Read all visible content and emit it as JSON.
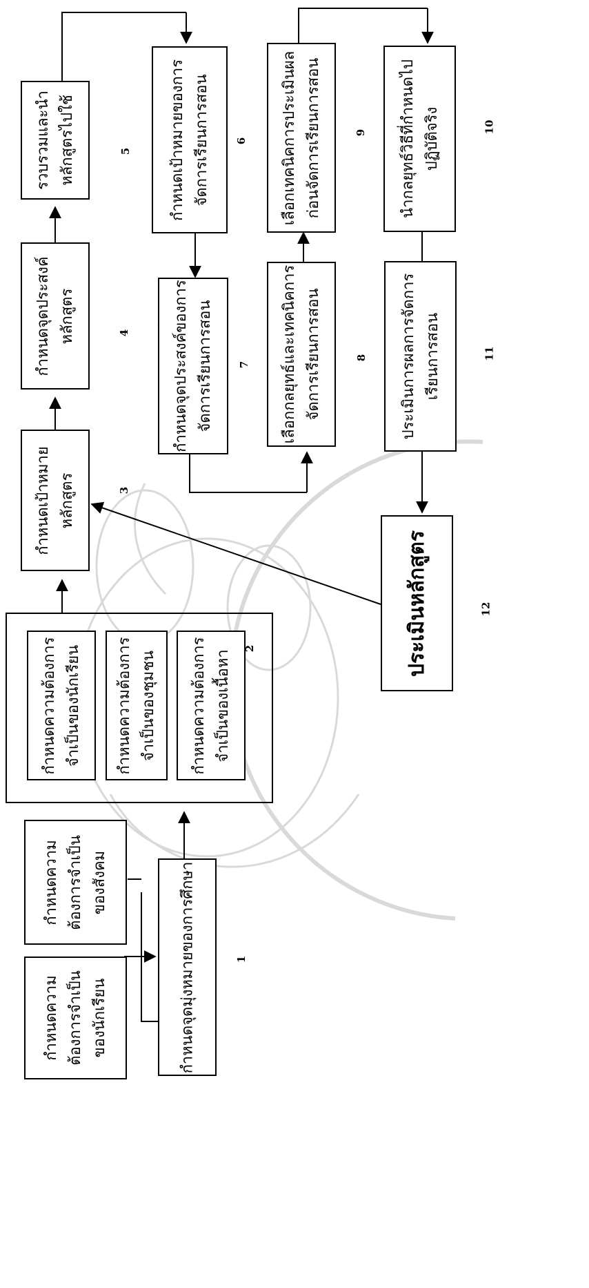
{
  "flowchart": {
    "boxes": [
      {
        "id": "b1a",
        "lines": [
          "กำหนดความ",
          "ต้องการจำเป็น",
          "ของนักเรียน"
        ]
      },
      {
        "id": "b1b",
        "lines": [
          "กำหนดความ",
          "ต้องการจำเป็น",
          "ของสังคม"
        ]
      },
      {
        "id": "b1c",
        "lines": [
          "กำหนดจุดมุ่งหมายของการศึกษา"
        ]
      },
      {
        "id": "b2a",
        "lines": [
          "กำหนดความต้องการ",
          "จำเป็นของนักเรียน"
        ]
      },
      {
        "id": "b2b",
        "lines": [
          "กำหนดความต้องการ",
          "จำเป็นของชุมชน"
        ]
      },
      {
        "id": "b2c",
        "lines": [
          "กำหนดความต้องการ",
          "จำเป็นของเนื้อหา"
        ]
      },
      {
        "id": "b3",
        "lines": [
          "กำหนดเป้าหมาย",
          "หลักสูตร"
        ]
      },
      {
        "id": "b4",
        "lines": [
          "กำหนดจุดประสงค์",
          "หลักสูตร"
        ]
      },
      {
        "id": "b5",
        "lines": [
          "รวบรวมและนำ",
          "หลักสูตรไปใช้"
        ]
      },
      {
        "id": "b6",
        "lines": [
          "กำหนดเป้าหมายของการ",
          "จัดการเรียนการสอน"
        ]
      },
      {
        "id": "b7",
        "lines": [
          "กำหนดจุดประสงค์ของการ",
          "จัดการเรียนการสอน"
        ]
      },
      {
        "id": "b8",
        "lines": [
          "เลือกกลยุทธ์และเทคนิคการ",
          "จัดการเรียนการสอน"
        ]
      },
      {
        "id": "b9",
        "lines": [
          "เลือกเทคนิคการประเมินผล",
          "ก่อนจัดการเรียนการสอน"
        ]
      },
      {
        "id": "b10",
        "lines": [
          "นำกลยุทธ์วิธีที่กำหนดไป",
          "ปฏิบัติจริง"
        ]
      },
      {
        "id": "b11",
        "lines": [
          "ประเมินการผลการจัดการ",
          "เรียนการสอน"
        ]
      },
      {
        "id": "b12",
        "lines": [
          "ประเมินหลักสูตร"
        ]
      }
    ],
    "step_numbers": [
      "1",
      "2",
      "3",
      "4",
      "5",
      "6",
      "7",
      "8",
      "9",
      "10",
      "11",
      "12"
    ]
  }
}
